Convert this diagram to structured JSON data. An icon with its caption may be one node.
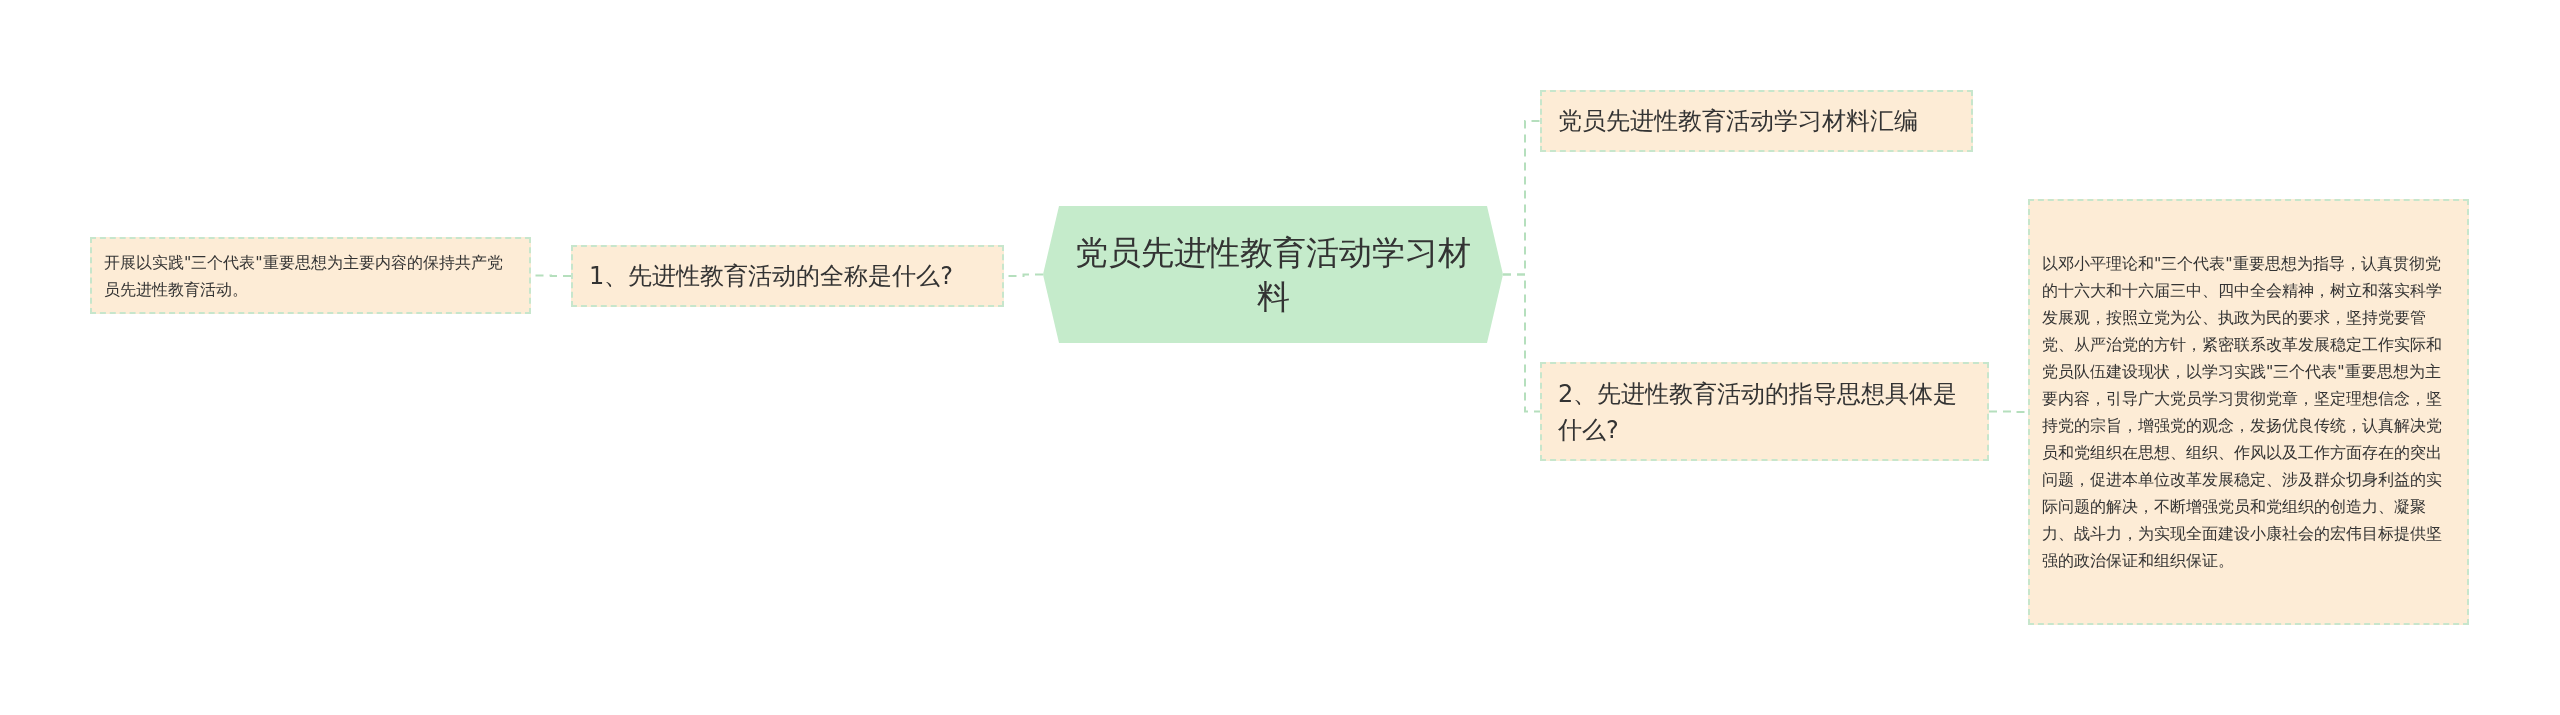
{
  "diagram": {
    "nodes": [
      {
        "text": [
          "党员先进性教育活动学习材料"
        ]
      },
      {
        "text": [
          "1、先进性教育活动的全称是什么?"
        ]
      },
      {
        "text": [
          "开展以实践\"三个代表\"重要思想为主要内容的保持共产党员先进性教育活动。"
        ]
      },
      {
        "text": [
          "党员先进性教育活动学习材料汇编"
        ]
      },
      {
        "text": [
          "2、先进性教育活动的指导思想具体是什么?"
        ]
      },
      {
        "text": [
          "以邓小平理论和\"三个代表\"重要思想为指导，认真贯彻党的十六大和十六届三中、四中全会精神，树立和落实科学发展观，按照立党为公、执政为民的要求，坚持党要管党、从严治党的方针，紧密联系改革发展稳定工作实际和党员队伍建设现状，以学习实践\"三个代表\"重要思想为主要内容，引导广大党员学习贯彻党章，坚定理想信念，坚持党的宗旨，增强党的观念，发扬优良传统，认真解决党员和党组织在思想、组织、作风以及工作方面存在的突出问题，促进本单位改革发展稳定、涉及群众切身利益的实际问题的解决，不断增强党员和党组织的创造力、凝聚力、战斗力，为实现全面建设小康社会的宏伟目标提供坚强的政治保证和组织保证。"
        ]
      }
    ],
    "edges": [
      {
        "from": 0,
        "to": 1,
        "arrow": "none",
        "style": "dashed"
      },
      {
        "from": 1,
        "to": 2,
        "arrow": "none",
        "style": "dashed"
      },
      {
        "from": 0,
        "to": 3,
        "arrow": "none",
        "style": "dashed"
      },
      {
        "from": 0,
        "to": 4,
        "arrow": "none",
        "style": "dashed"
      },
      {
        "from": 4,
        "to": 5,
        "arrow": "none",
        "style": "dashed"
      }
    ]
  }
}
